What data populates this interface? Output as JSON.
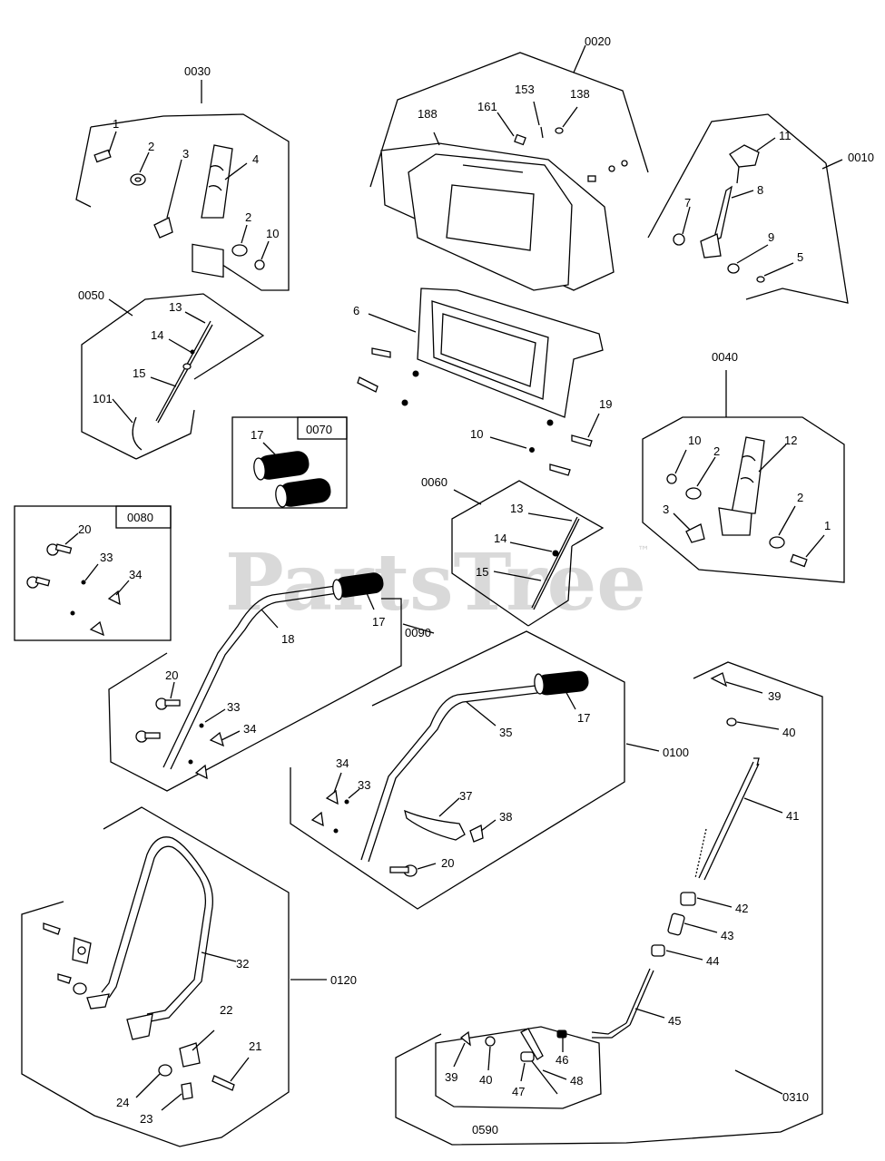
{
  "watermark": {
    "text": "PartsTree",
    "tm": "™"
  },
  "groups": {
    "g0010": "0010",
    "g0020": "0020",
    "g0030": "0030",
    "g0040": "0040",
    "g0050": "0050",
    "g0060": "0060",
    "g0070": "0070",
    "g0080": "0080",
    "g0090": "0090",
    "g0100": "0100",
    "g0120": "0120",
    "g0310": "0310",
    "g0590": "0590"
  },
  "parts": {
    "p0030": [
      "1",
      "2",
      "3",
      "4",
      "2",
      "10"
    ],
    "p0020": [
      "188",
      "161",
      "153",
      "138"
    ],
    "p0010": [
      "11",
      "8",
      "7",
      "9",
      "5"
    ],
    "p0050": [
      "13",
      "14",
      "15",
      "101"
    ],
    "pcenter": [
      "6",
      "19",
      "10"
    ],
    "p0070": [
      "17"
    ],
    "p0040": [
      "10",
      "2",
      "12",
      "3",
      "2",
      "1"
    ],
    "p0060": [
      "13",
      "14",
      "15"
    ],
    "p0080": [
      "20",
      "33",
      "34"
    ],
    "p0090": [
      "17",
      "18",
      "20",
      "33",
      "34"
    ],
    "p0100": [
      "17",
      "35",
      "34",
      "33",
      "37",
      "38",
      "20"
    ],
    "p0310": [
      "39",
      "40",
      "41",
      "42",
      "43",
      "44",
      "45"
    ],
    "p0590": [
      "46",
      "39",
      "40",
      "47",
      "48"
    ],
    "p0120": [
      "32",
      "22",
      "21",
      "24",
      "23"
    ]
  }
}
